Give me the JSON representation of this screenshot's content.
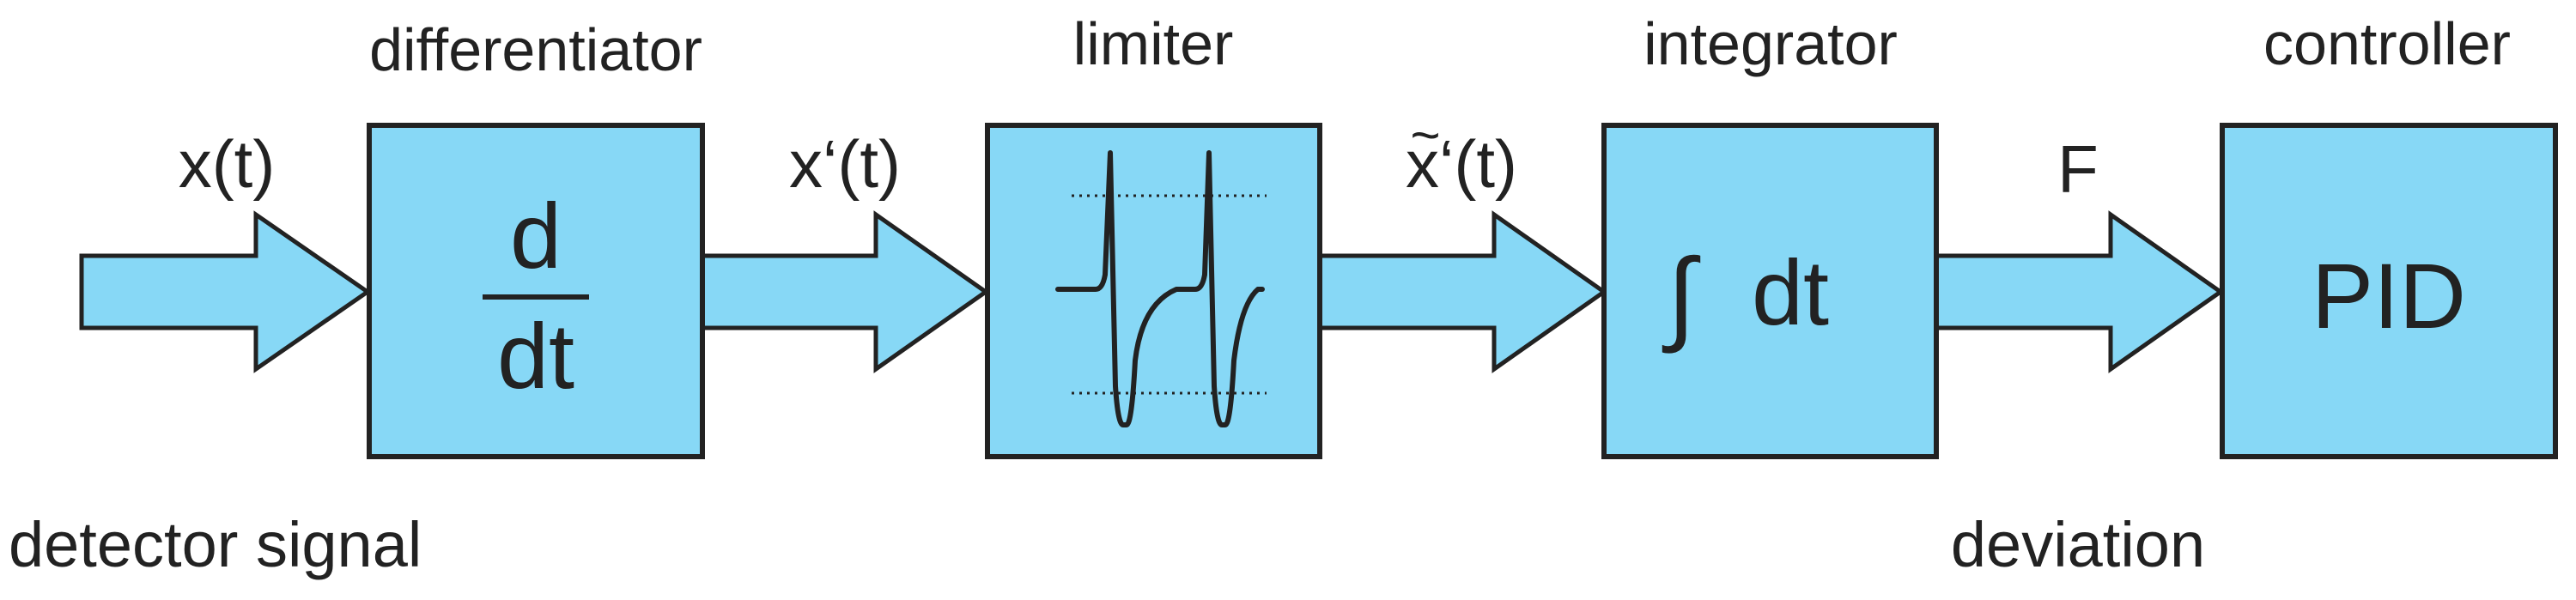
{
  "colors": {
    "block_fill": "#87d8f6",
    "stroke": "#222222",
    "text": "#222222",
    "background": "#ffffff"
  },
  "blocks": [
    {
      "title": "differentiator",
      "symbol_num": "d",
      "symbol_den": "dt"
    },
    {
      "title": "limiter",
      "symbol": "limiter-waveform-icon"
    },
    {
      "title": "integrator",
      "symbol": "dt",
      "integral_sign": "∫"
    },
    {
      "title": "controller",
      "symbol": "PID"
    }
  ],
  "signals": [
    {
      "label": "x(t)",
      "caption": "detector signal"
    },
    {
      "label": "x‘(t)"
    },
    {
      "label": "x‘(t)",
      "accent": "~"
    },
    {
      "label": "F",
      "caption": "deviation"
    }
  ]
}
